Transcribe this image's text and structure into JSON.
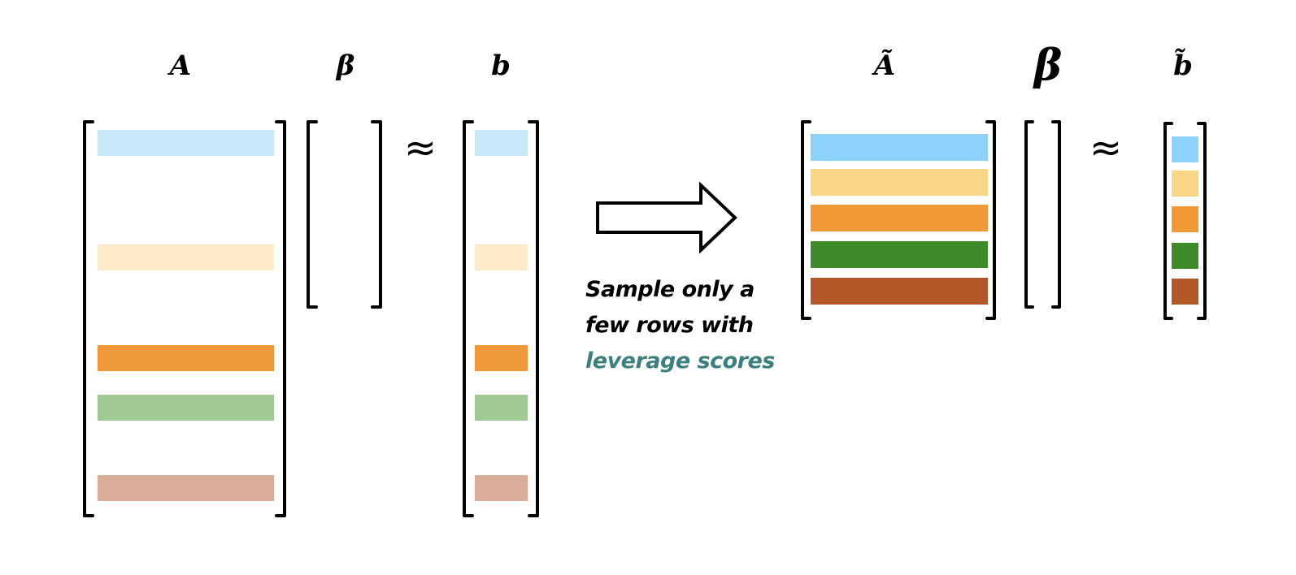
{
  "left": {
    "matrix_label": "A",
    "vector_label": "β",
    "rhs_label": "b",
    "approx_symbol": "≈",
    "rows": [
      {
        "color": "#c9e9fb"
      },
      {
        "color": "#fdebc9"
      },
      {
        "color": "#f0993a"
      },
      {
        "color": "#a1c994"
      },
      {
        "color": "#d9ad97"
      }
    ]
  },
  "right": {
    "matrix_label": "Ã",
    "vector_label": "β",
    "rhs_label": "b̃",
    "approx_symbol": "≈",
    "rows": [
      {
        "color": "#8cd2fb"
      },
      {
        "color": "#f9d686"
      },
      {
        "color": "#f19937"
      },
      {
        "color": "#3e8c29"
      },
      {
        "color": "#b35628"
      }
    ]
  },
  "caption": {
    "line1": "Sample only a",
    "line2": "few rows with",
    "highlight": "leverage scores",
    "highlight_color": "#3b7f7f"
  }
}
